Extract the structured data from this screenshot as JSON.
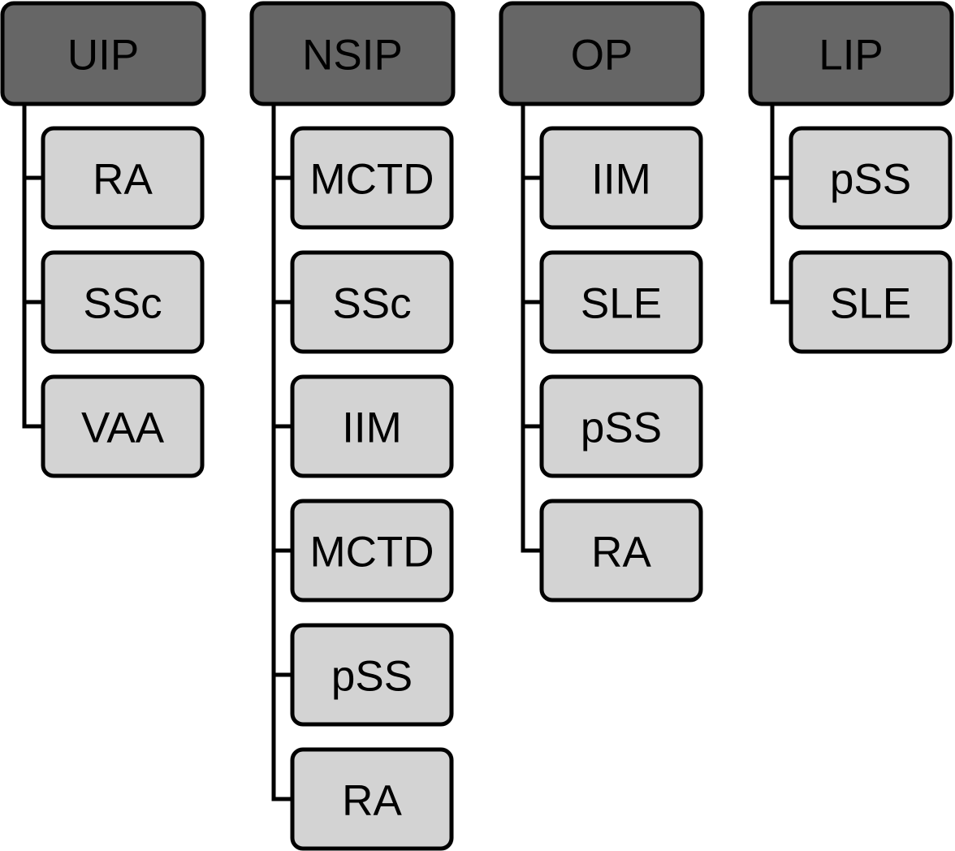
{
  "colors": {
    "header_fill": "#666666",
    "item_fill": "#d3d3d3",
    "stroke": "#000000",
    "text": "#000000"
  },
  "columns": [
    {
      "key": "uip",
      "header": "UIP",
      "items": [
        "RA",
        "SSc",
        "VAA"
      ]
    },
    {
      "key": "nsip",
      "header": "NSIP",
      "items": [
        "MCTD",
        "SSc",
        "IIM",
        "MCTD",
        "pSS",
        "RA"
      ]
    },
    {
      "key": "op",
      "header": "OP",
      "items": [
        "IIM",
        "SLE",
        "pSS",
        "RA"
      ]
    },
    {
      "key": "lip",
      "header": "LIP",
      "items": [
        "pSS",
        "SLE"
      ]
    }
  ]
}
